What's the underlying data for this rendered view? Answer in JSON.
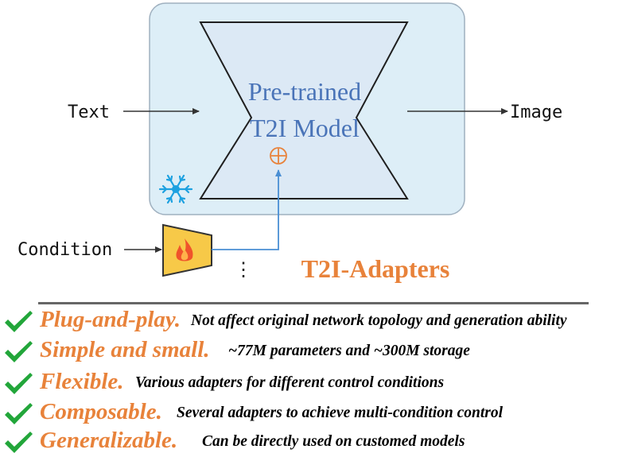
{
  "diagram": {
    "model_label_line1": "Pre-trained",
    "model_label_line2": "T2I Model",
    "input_text": "Text",
    "output_image": "Image",
    "condition_label": "Condition",
    "ellipsis": "⋮",
    "adapter_title": "T2I-Adapters",
    "frozen_icon": "snowflake-icon",
    "trainable_icon": "fire-icon",
    "add_symbol": "⊕"
  },
  "features": [
    {
      "title": "Plug-and-play.",
      "desc": "Not affect original network topology and generation ability"
    },
    {
      "title": "Simple and small.",
      "desc": "~77M parameters and ~300M storage"
    },
    {
      "title": "Flexible.",
      "desc": "Various adapters for different control conditions"
    },
    {
      "title": "Composable.",
      "desc": "Several adapters to achieve multi-condition control"
    },
    {
      "title": "Generalizable.",
      "desc": "Can be directly used on customed models"
    }
  ],
  "colors": {
    "frozen_box": "#ddeef7",
    "model_fill": "#dce9f5",
    "model_text": "#4a74b8",
    "accent_orange": "#e8823a",
    "check_green": "#22a63a",
    "adapter_fill": "#f7c948",
    "condition_line": "#4a8fd4"
  }
}
